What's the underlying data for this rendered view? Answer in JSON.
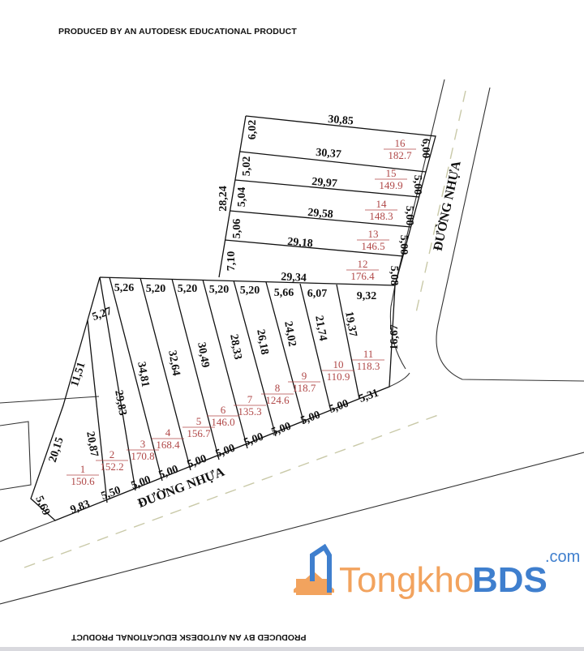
{
  "header_text": "PRODUCED BY AN AUTODESK EDUCATIONAL PRODUCT",
  "footer_text": "PRODUCED BY AN AUTODESK EDUCATIONAL PRODUCT",
  "roads": {
    "right": "ĐƯỜNG NHỰA",
    "bottom": "ĐƯỜNG NHỰA"
  },
  "watermark": {
    "brand": "Tongkho",
    "brand_bold": "BDS",
    "suffix": ".com"
  },
  "colors": {
    "line": "#111111",
    "lot_label": "#b04848",
    "watermark_orange": "#f2a35e",
    "watermark_blue": "#3f7fce"
  },
  "lots": [
    {
      "number": "1",
      "area": "150.6"
    },
    {
      "number": "2",
      "area": "152.2"
    },
    {
      "number": "3",
      "area": "170.8"
    },
    {
      "number": "4",
      "area": "168.4"
    },
    {
      "number": "5",
      "area": "156.7"
    },
    {
      "number": "6",
      "area": "146.0"
    },
    {
      "number": "7",
      "area": "135.3"
    },
    {
      "number": "8",
      "area": "124.6"
    },
    {
      "number": "9",
      "area": "118.7"
    },
    {
      "number": "10",
      "area": "110.9"
    },
    {
      "number": "11",
      "area": "118.3"
    },
    {
      "number": "12",
      "area": "176.4"
    },
    {
      "number": "13",
      "area": "146.5"
    },
    {
      "number": "14",
      "area": "148.3"
    },
    {
      "number": "15",
      "area": "149.9"
    },
    {
      "number": "16",
      "area": "182.7"
    }
  ],
  "dimensions": [
    "30,85",
    "30,37",
    "29,97",
    "29,58",
    "29,18",
    "29,34",
    "6,02",
    "5,02",
    "5,04",
    "5,06",
    "7,10",
    "28,24",
    "6,00",
    "5,00",
    "5,00",
    "5,00",
    "5,08",
    "5,26",
    "5,20",
    "5,20",
    "5,20",
    "5,20",
    "5,66",
    "6,07",
    "9,32",
    "5,27",
    "11,51",
    "20,15",
    "5,69",
    "20,87",
    "29,83",
    "34,81",
    "32,64",
    "30,49",
    "28,33",
    "26,18",
    "24,02",
    "21,74",
    "19,37",
    "16,67",
    "9,83",
    "5,50",
    "5,00",
    "5,00",
    "5,00",
    "5,00",
    "5,00",
    "5,00",
    "5,00",
    "5,00",
    "5,31"
  ]
}
